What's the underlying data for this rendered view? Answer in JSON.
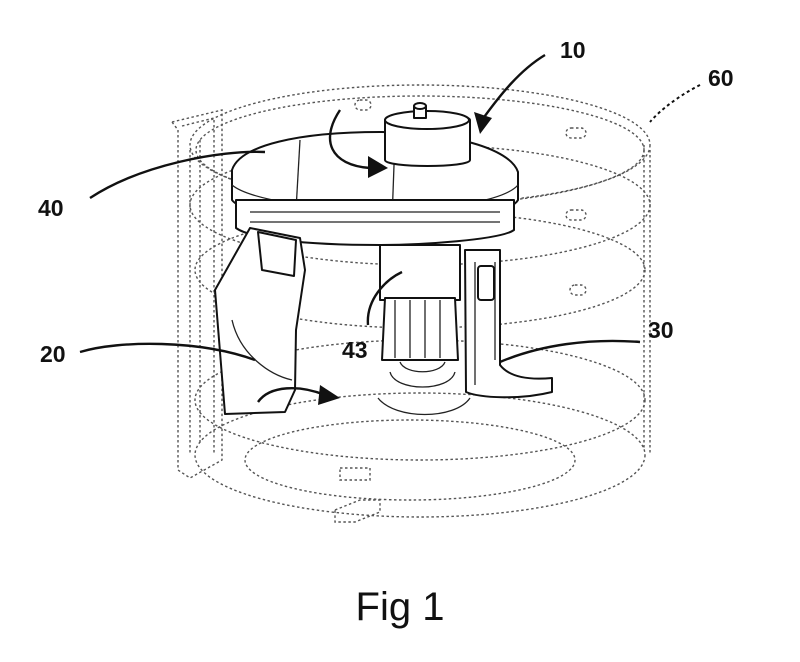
{
  "figure": {
    "caption": "Fig 1",
    "labels": {
      "l10": "10",
      "l60": "60",
      "l40": "40",
      "l20": "20",
      "l43": "43",
      "l30": "30"
    }
  }
}
